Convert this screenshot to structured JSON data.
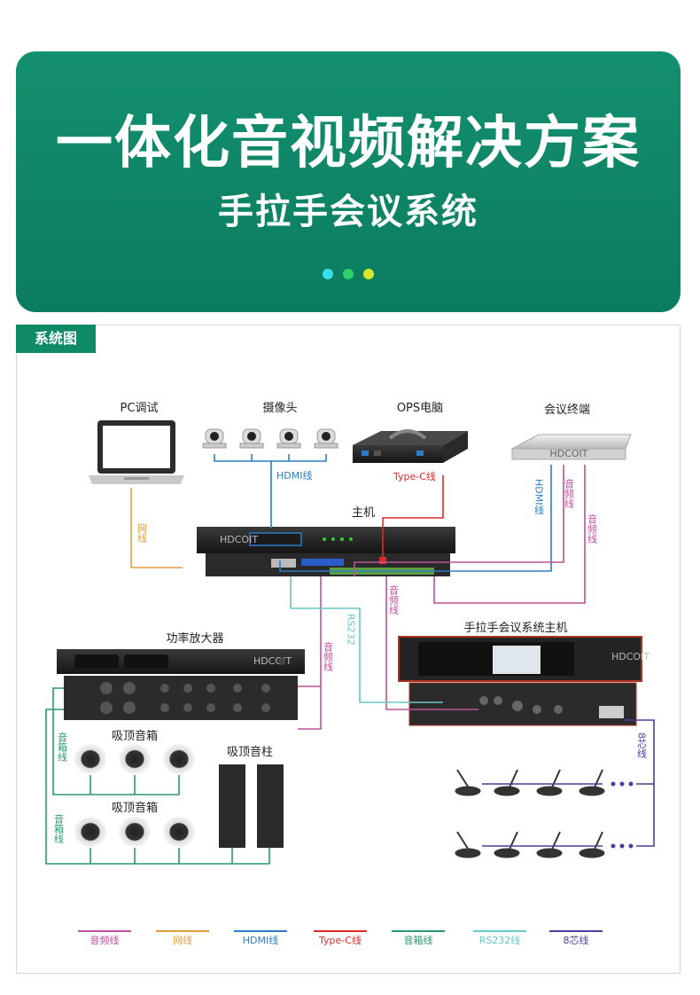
{
  "banner": {
    "title": "一体化音视频解决方案",
    "subtitle": "手拉手会议系统",
    "dot_colors": [
      "#35e0e6",
      "#2fd36a",
      "#d8e52a"
    ]
  },
  "section_tag": "系统图",
  "devices": {
    "pc": "PC调试",
    "camera": "摄像头",
    "ops": "OPS电脑",
    "terminal": "会议终端",
    "host": "主机",
    "amplifier": "功率放大器",
    "conference_host": "手拉手会议系统主机",
    "ceiling_speaker_1": "吸顶音箱",
    "ceiling_speaker_2": "吸顶音箱",
    "column_speaker": "吸顶音柱"
  },
  "cable_labels": {
    "network": "网线",
    "hdmi": "HDMI线",
    "typec": "Type-C线",
    "hdmi_vertical": "HDMI线",
    "audio_terminal_1": "音频线",
    "audio_terminal_2": "音频线",
    "audio_host": "音频线",
    "audio_amp": "音频线",
    "rs232": "RS232",
    "speaker_1": "音箱线",
    "speaker_2": "音箱线",
    "core8": "8芯线"
  },
  "brand_text": "HDCOIT",
  "legend": [
    {
      "label": "音频线",
      "color": "#c0509a"
    },
    {
      "label": "网线",
      "color": "#e0a040"
    },
    {
      "label": "HDMI线",
      "color": "#2c7cc8"
    },
    {
      "label": "Type-C线",
      "color": "#e02a2a"
    },
    {
      "label": "音箱线",
      "color": "#2a9a6a"
    },
    {
      "label": "RS232线",
      "color": "#66c8c8"
    },
    {
      "label": "8芯线",
      "color": "#503c9a"
    }
  ]
}
